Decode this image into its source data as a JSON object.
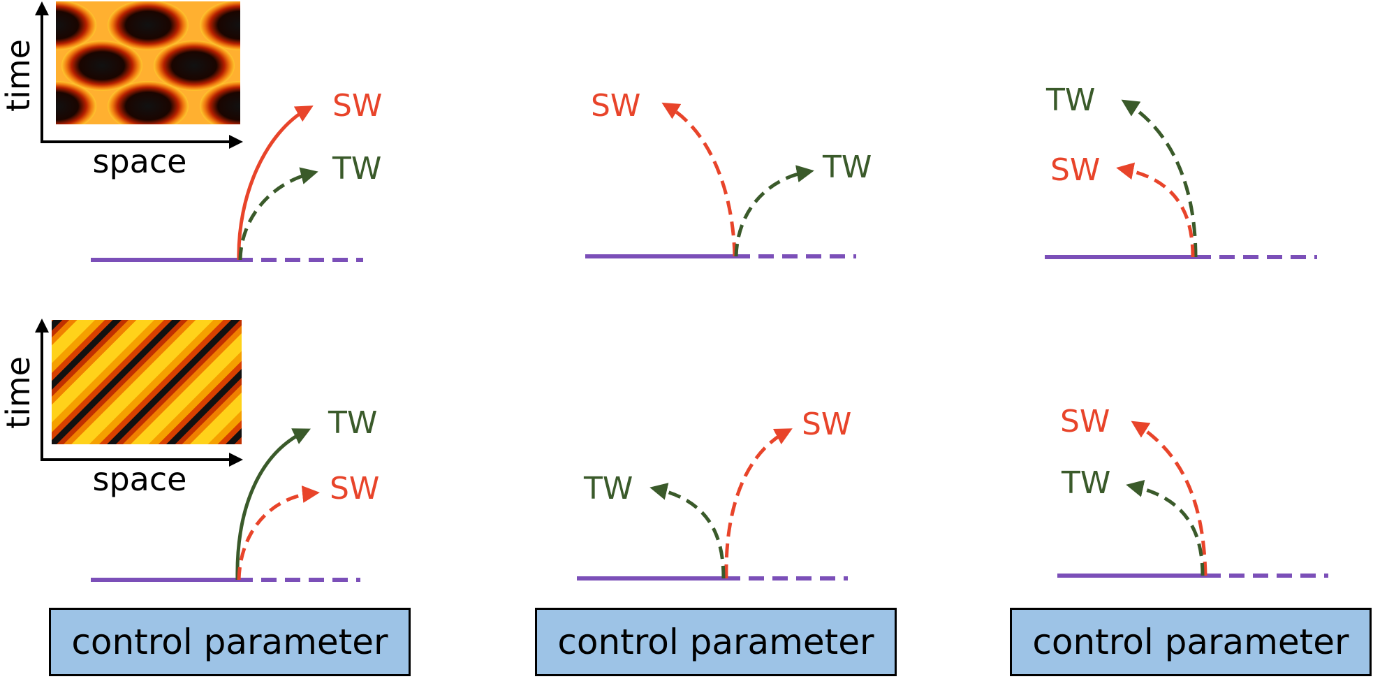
{
  "insets": [
    {
      "time_label": "time",
      "space_label": "space"
    },
    {
      "time_label": "time",
      "space_label": "space"
    }
  ],
  "colors": {
    "sw": "#e8442a",
    "tw": "#3a5a2a",
    "base": "#7b4fb8",
    "box_fill": "#9dc3e6"
  },
  "panels": [
    {
      "row": 1,
      "col": 1,
      "labels": {
        "upper": "SW",
        "lower": "TW"
      }
    },
    {
      "row": 1,
      "col": 2,
      "labels": {
        "left": "SW",
        "right": "TW"
      }
    },
    {
      "row": 1,
      "col": 3,
      "labels": {
        "upper": "TW",
        "lower": "SW"
      }
    },
    {
      "row": 2,
      "col": 1,
      "labels": {
        "upper": "TW",
        "lower": "SW"
      }
    },
    {
      "row": 2,
      "col": 2,
      "labels": {
        "left": "TW",
        "right": "SW"
      }
    },
    {
      "row": 2,
      "col": 3,
      "labels": {
        "upper": "SW",
        "lower": "TW"
      }
    }
  ],
  "control_parameter_labels": [
    "control parameter",
    "control parameter",
    "control parameter"
  ]
}
